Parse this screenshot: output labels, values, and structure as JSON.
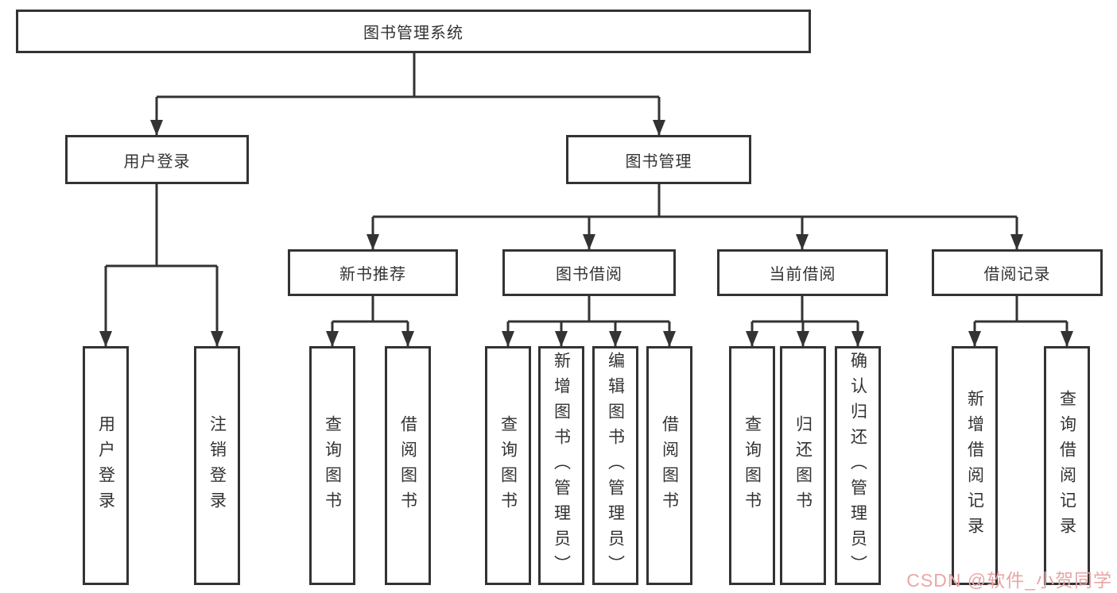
{
  "diagram": {
    "root": {
      "label": "图书管理系统"
    },
    "level2": [
      {
        "label": "用户登录",
        "parent": "图书管理系统"
      },
      {
        "label": "图书管理",
        "parent": "图书管理系统"
      }
    ],
    "level3": [
      {
        "label": "新书推荐",
        "parent": "图书管理"
      },
      {
        "label": "图书借阅",
        "parent": "图书管理"
      },
      {
        "label": "当前借阅",
        "parent": "图书管理"
      },
      {
        "label": "借阅记录",
        "parent": "图书管理"
      }
    ],
    "leaves": [
      {
        "label": "用户登录",
        "parent": "用户登录"
      },
      {
        "label": "注销登录",
        "parent": "用户登录"
      },
      {
        "label": "查询图书",
        "parent": "新书推荐"
      },
      {
        "label": "借阅图书",
        "parent": "新书推荐"
      },
      {
        "label": "查询图书",
        "parent": "图书借阅"
      },
      {
        "label": "新增图书（管理员）",
        "parent": "图书借阅"
      },
      {
        "label": "编辑图书（管理员）",
        "parent": "图书借阅"
      },
      {
        "label": "借阅图书",
        "parent": "图书借阅"
      },
      {
        "label": "查询图书",
        "parent": "当前借阅"
      },
      {
        "label": "归还图书",
        "parent": "当前借阅"
      },
      {
        "label": "确认归还（管理员）",
        "parent": "当前借阅"
      },
      {
        "label": "新增借阅记录",
        "parent": "借阅记录"
      },
      {
        "label": "查询借阅记录",
        "parent": "借阅记录"
      }
    ]
  },
  "watermark": {
    "text": "CSDN @软件_小贺同学",
    "color": "#e9a6a6"
  },
  "colors": {
    "line": "#333333",
    "text": "#333333",
    "background": "#ffffff"
  }
}
